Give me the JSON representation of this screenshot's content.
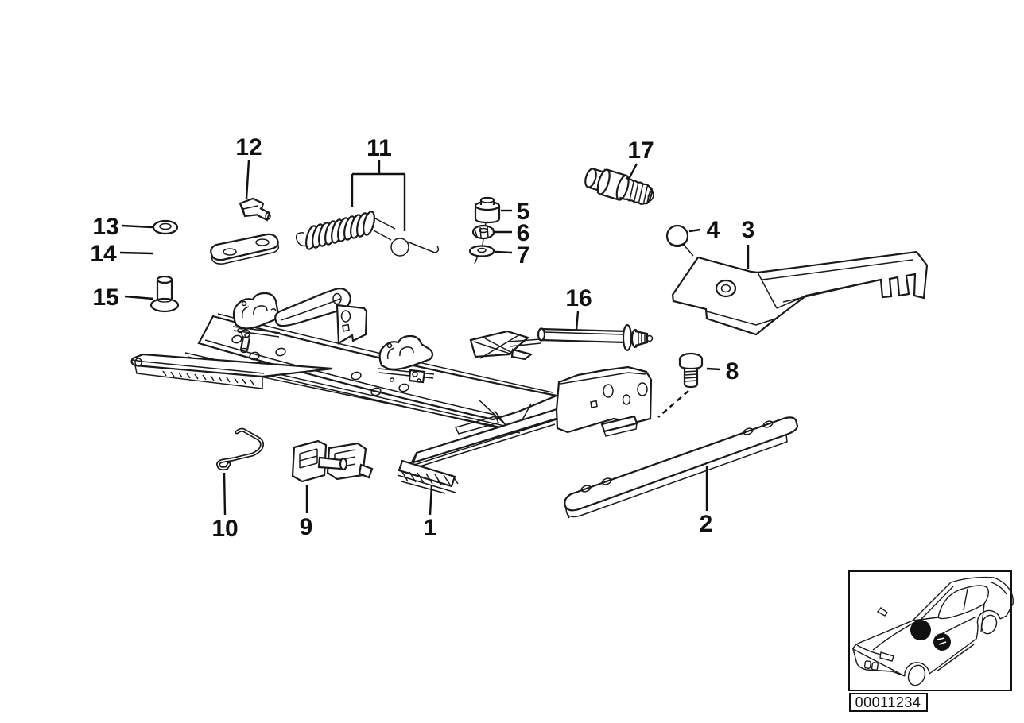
{
  "diagram": {
    "type": "exploded-parts-diagram",
    "subject": "front seat rail",
    "background_color": "#ffffff",
    "line_color": "#1a1a1a",
    "part_code": "00011234"
  },
  "callouts": [
    {
      "label": "1"
    },
    {
      "label": "2"
    },
    {
      "label": "3"
    },
    {
      "label": "4"
    },
    {
      "label": "5"
    },
    {
      "label": "6"
    },
    {
      "label": "7"
    },
    {
      "label": "8"
    },
    {
      "label": "9"
    },
    {
      "label": "10"
    },
    {
      "label": "11"
    },
    {
      "label": "12"
    },
    {
      "label": "13"
    },
    {
      "label": "14"
    },
    {
      "label": "15"
    },
    {
      "label": "16"
    },
    {
      "label": "17"
    }
  ]
}
